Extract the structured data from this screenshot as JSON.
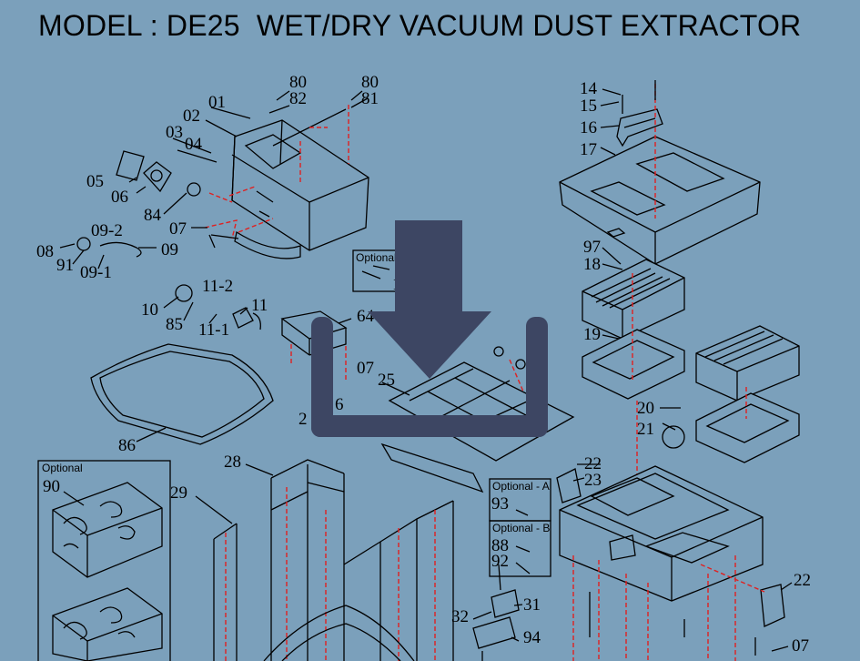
{
  "title": "MODEL : DE25  WET/DRY VACUUM DUST EXTRACTOR",
  "callouts": {
    "c80a": "80",
    "c80b": "80",
    "c82": "82",
    "c81": "81",
    "c01": "01",
    "c02": "02",
    "c03": "03",
    "c04": "04",
    "c05": "05",
    "c06": "06",
    "c84": "84",
    "c07a": "07",
    "c09_2": "09-2",
    "c08": "08",
    "c91": "91",
    "c09_1": "09-1",
    "c09": "09",
    "c11_2": "11-2",
    "c10": "10",
    "c85": "85",
    "c11_1": "11-1",
    "c11": "11",
    "c64": "64",
    "c07b": "07",
    "c25": "25",
    "c26": "6",
    "c27": "2",
    "c86": "86",
    "c28": "28",
    "c29": "29",
    "c90": "90",
    "c14": "14",
    "c15": "15",
    "c16": "16",
    "c17": "17",
    "c97": "97",
    "c18": "18",
    "c19": "19",
    "c20": "20",
    "c21": "21",
    "c22a": "22",
    "c23": "23",
    "c22b": "22",
    "c07c": "07",
    "c93": "93",
    "c88": "88",
    "c92": "92",
    "c32": "32",
    "c31": "31",
    "c94": "94",
    "c1x": "1"
  },
  "boxes": {
    "optional_small": "Optional",
    "optional_90": "Optional",
    "optional_a": "Optional - A",
    "optional_b": "Optional - B"
  },
  "colors": {
    "background": "#7ba0bb",
    "line": "#000000",
    "dashed_guide": "#e02020",
    "download_icon": "#3d4663"
  },
  "icons": {
    "overlay": "download-icon"
  }
}
